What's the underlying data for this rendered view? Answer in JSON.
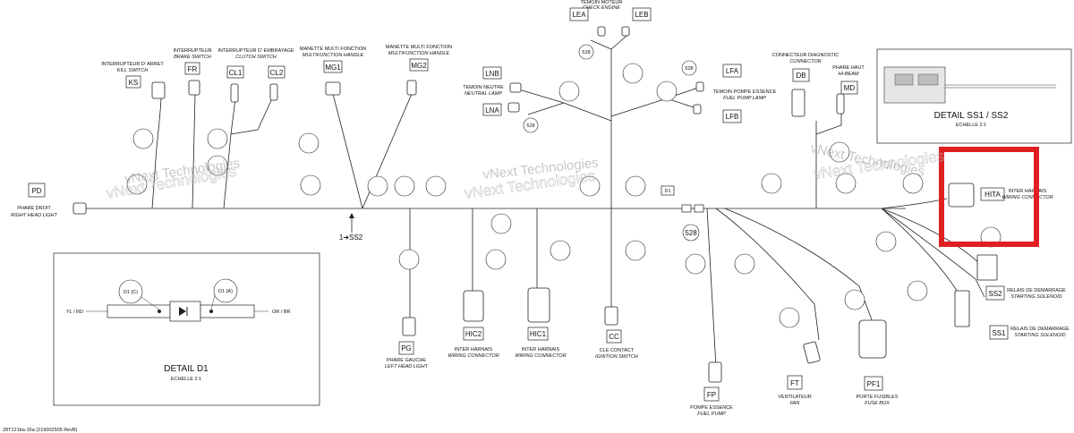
{
  "doc_ref": "28T121ba-16a (219002505 RevB)",
  "accent_color": "#e02020",
  "watermark": "vNext Technologies",
  "reference_arrow": "1➔SS2",
  "detail_d1": {
    "title": "DETAIL D1",
    "scale": "ECHELLE 2:1",
    "left_wire": "YL / RD",
    "right_wire": "OR / BR",
    "tag_left": "D1 (C)",
    "tag_right": "D1 (A)"
  },
  "detail_ss1": {
    "title": "DETAIL SS1 / SS2",
    "scale": "ECHELLE 2:1"
  },
  "connectors": {
    "PD": {
      "code": "PD",
      "fr": "PHARE DROIT",
      "en": "RIGHT HEAD LIGHT"
    },
    "KS": {
      "code": "KS",
      "fr": "INTERRUPTEUR D' ARRET",
      "en": "KILL SWITCH"
    },
    "FR": {
      "code": "FR",
      "fr": "INTERRUPTEUR",
      "en": "BRAKE SWITCH"
    },
    "CL": {
      "code1": "CL1",
      "code2": "CL2",
      "fr": "INTERRUPTEUR D' EMBRAYAGE",
      "en": "CLUTCH SWITCH"
    },
    "MG1": {
      "code": "MG1",
      "fr": "MANETTE MULTI FONCTION",
      "en": "MULTIFUNCTION HANDLE"
    },
    "MG2": {
      "code": "MG2",
      "fr": "MANETTE MULTI FONCTION",
      "en": "MULTIFUNCTION HANDLE"
    },
    "LN": {
      "code1": "LNB",
      "code2": "LNA",
      "fr": "TEMOIN NEUTRE",
      "en": "NEUTRAL LAMP",
      "node": "528"
    },
    "LE": {
      "code1": "LEA",
      "code2": "LEB",
      "fr": "TEMOIN MOTEUR",
      "en": "CHECK ENGINE",
      "node": "528"
    },
    "LF": {
      "code1": "LFA",
      "code2": "LFB",
      "fr": "TEMOIN POMPE ESSENCE",
      "en": "FUEL PUMP LAMP",
      "node": "528"
    },
    "DB": {
      "code": "DB",
      "fr": "CONNECTEUR DIAGNOSTIC",
      "en": "CONNECTOR"
    },
    "MD": {
      "code": "MD",
      "fr": "PHARE HAUT",
      "en": "HI-BEAM"
    },
    "HITA": {
      "code": "HITA",
      "fr": "INTER HARNAIS",
      "en": "WIRING CONNECTOR"
    },
    "SS2": {
      "code": "SS2",
      "fr": "RELAIS DE DEMARRAGE",
      "en": "STARTING SOLENOID"
    },
    "SS1": {
      "code": "SS1",
      "fr": "RELAIS DE DEMARRAGE",
      "en": "STARTING SOLENOID"
    },
    "PG": {
      "code": "PG",
      "fr": "PHARE GAUCHE",
      "en": "LEFT HEAD LIGHT"
    },
    "HIC2": {
      "code": "HIC2",
      "fr": "INTER HARNAIS",
      "en": "WIRING CONNECTOR"
    },
    "HIC1": {
      "code": "HIC1",
      "fr": "INTER HARNAIS",
      "en": "WIRING CONNECTOR"
    },
    "CC": {
      "code": "CC",
      "fr": "CLE CONTACT",
      "en": "IGNITION SWITCH"
    },
    "FP": {
      "code": "FP",
      "fr": "POMPE ESSENCE",
      "en": "FUEL PUMP"
    },
    "FT": {
      "code": "FT",
      "fr": "VENTILATEUR",
      "en": "FAN"
    },
    "PF1": {
      "code": "PF1",
      "fr": "PORTE FUSIBLES",
      "en": "FUSE BOX"
    },
    "D1": {
      "code": "D1",
      "node": "528"
    }
  }
}
